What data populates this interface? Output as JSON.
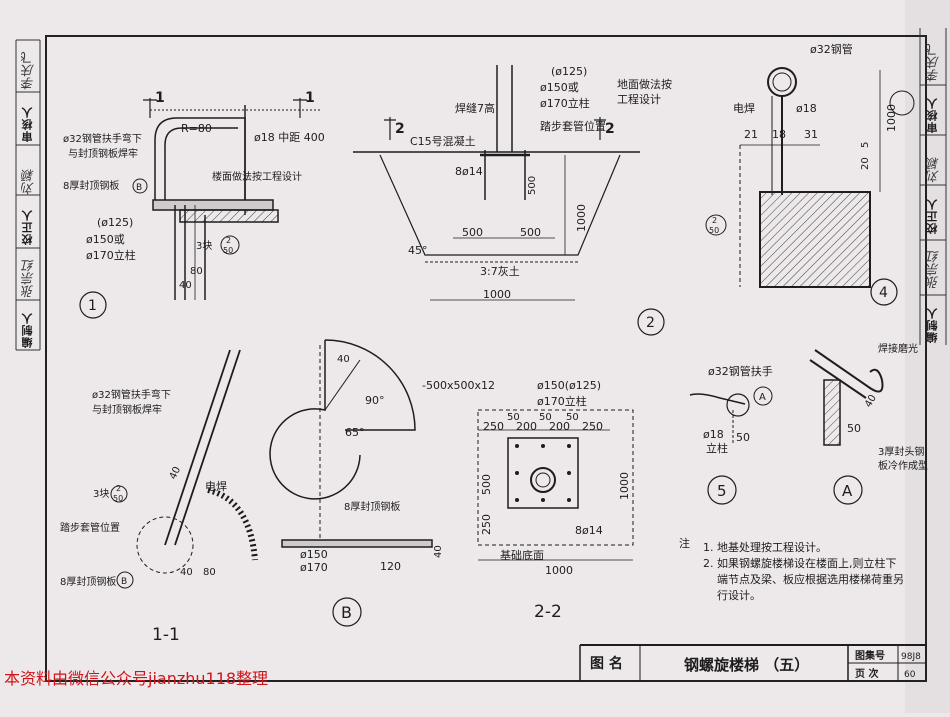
{
  "side_left": [
    "编制人",
    "张宗红",
    "校正人",
    "刘颖",
    "审核人",
    "李庆飞"
  ],
  "side_right": [
    "编制人",
    "张宗红",
    "校正人",
    "刘颖",
    "审核人",
    "李庆飞"
  ],
  "watermark": "本资料由微信公众号jianzhu118整理",
  "title_block": {
    "label_name": "图  名",
    "title": "钢螺旋楼梯 （五）",
    "atlas_label": "图集号",
    "atlas_no": "98J8",
    "page_label": "页  次",
    "page_no": "60"
  },
  "notes": {
    "head": "注",
    "n1": "1. 地基处理按工程设计。",
    "n2a": "2. 如果钢螺旋楼梯设在楼面上,则立柱下",
    "n2b": "端节点及梁、板应根据选用楼梯荷重另",
    "n2c": "行设计。"
  },
  "d1": {
    "sec": "1",
    "r": "R=80",
    "rod": "ø18 中距 400",
    "h1": "ø32钢管扶手弯下",
    "h2": "与封顶钢板焊牢",
    "plate": "8厚封顶钢板",
    "B": "B",
    "floor": "楼面做法按工程设计",
    "p125": "(ø125)",
    "p150": "ø150或",
    "p170": "ø170立柱",
    "n3": "3块",
    "f2": "2",
    "f50": "50",
    "d80": "80",
    "d40": "40",
    "circle": "1"
  },
  "d2": {
    "sec": "2",
    "weld": "焊缝7高",
    "c15": "C15号混凝土",
    "p125": "(ø125)",
    "p150": "ø150或",
    "p170": "ø170立柱",
    "fl1": "地面做法按",
    "fl2": "工程设计",
    "step": "踏步套管位置",
    "rebar": "8ø14",
    "d500a": "500",
    "d500b": "500",
    "d500c": "500",
    "d1000v": "1000",
    "d1000h": "1000",
    "a45": "45°",
    "soil": "3:7灰土",
    "circle": "2"
  },
  "d4": {
    "pipe": "ø32钢管",
    "weld": "电焊",
    "rod": "ø18",
    "d21": "21",
    "d18": "18",
    "d31": "31",
    "d1000": "1000",
    "d20": "20",
    "d5": "5",
    "f2": "2",
    "f50": "50",
    "circle": "4"
  },
  "s11": {
    "h1": "ø32钢管扶手弯下",
    "h2": "与封顶钢板焊牢",
    "weld": "电焊",
    "n3": "3块",
    "f2": "2",
    "f50": "50",
    "step": "踏步套管位置",
    "plate": "8厚封顶钢板",
    "B": "B",
    "d40a": "40",
    "d40b": "40",
    "d80": "80",
    "title": "1-1"
  },
  "dB": {
    "d40": "40",
    "a90": "90°",
    "a65": "65°",
    "plate": "8厚封顶钢板",
    "p150": "ø150",
    "p170": "ø170",
    "d120": "120",
    "d40b": "40",
    "title": "B"
  },
  "s22": {
    "plate": "-500x500x12",
    "p150": "ø150(ø125)",
    "p170": "ø170立柱",
    "d50a": "50",
    "d50b": "50",
    "d50c": "50",
    "d250a": "250",
    "d200a": "200",
    "d200b": "200",
    "d250b": "250",
    "v500": "500",
    "v250": "250",
    "v1000": "1000",
    "rebar": "8ø14",
    "base": "基础底面",
    "h1000": "1000",
    "title": "2-2"
  },
  "d5": {
    "hand": "ø32钢管扶手",
    "rod": "ø18",
    "col": "立柱",
    "d50": "50",
    "A": "A",
    "circle": "5"
  },
  "dA": {
    "grind": "焊接磨光",
    "d40": "40",
    "d50": "50",
    "bend1": "3厚封头钢",
    "bend2": "板冷作成型",
    "title": "A"
  }
}
